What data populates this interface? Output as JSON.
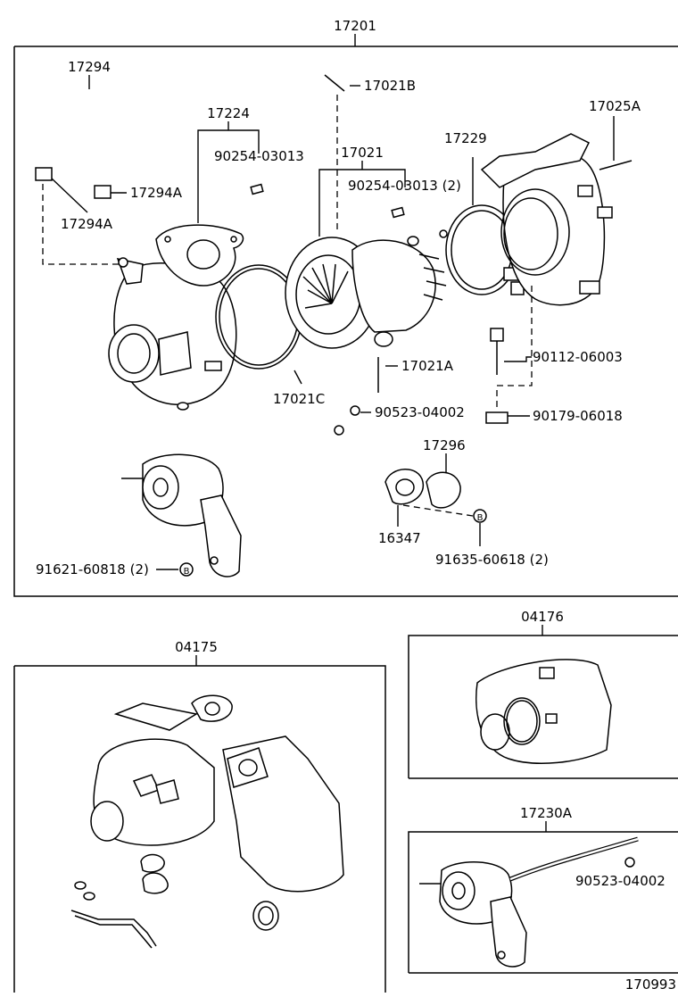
{
  "main_box": {
    "assembly_label": "17201"
  },
  "labels": {
    "hose": "17294",
    "clamp": "17294A",
    "hose_clamp_lower": "17294A",
    "gasket_17224": "17224",
    "pin_90254_a": "90254-03013",
    "stud_17021b": "17021B",
    "cartridge": "17021",
    "pin_90254_b": "90254-03013 (2)",
    "v_clamp": "17229",
    "stud_17025a": "17025A",
    "stud_17021a": "17021A",
    "ring_17021c": "17021C",
    "nut_90523_a": "90523-04002",
    "bolt_90112": "90112-06003",
    "nut_90179": "90179-06018",
    "plate_17296": "17296",
    "gasket_16347": "16347",
    "bolt_91621": "91621-60818 (2)",
    "bolt_91635": "91635-60618 (2)"
  },
  "kits": {
    "k04175": "04175",
    "k04176": "04176",
    "k17230a": "17230A",
    "nut_90523_b": "90523-04002"
  },
  "figure_id": "170993",
  "markers": {
    "b": "B"
  }
}
